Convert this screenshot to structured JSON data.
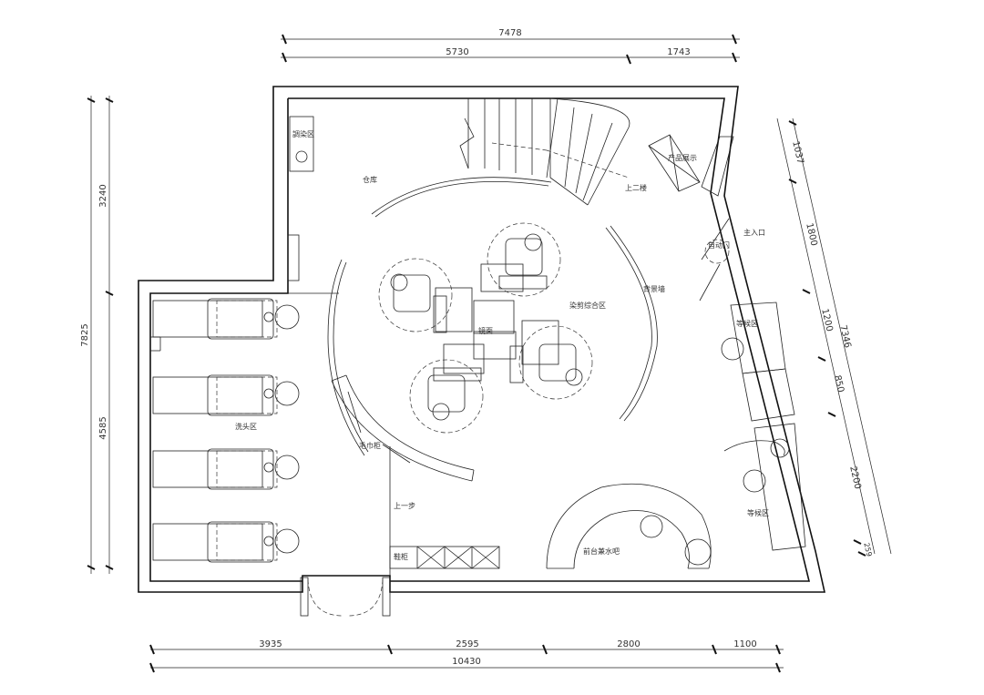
{
  "dimensions": {
    "top_total": "7478",
    "top_left": "5730",
    "top_right": "1743",
    "left_total": "7825",
    "left_upper": "3240",
    "left_lower": "4585",
    "bottom_total": "10430",
    "bottom_seg1": "3935",
    "bottom_seg2": "2595",
    "bottom_seg3": "2800",
    "bottom_seg4": "1100",
    "right_total": "7346",
    "right_seg1": "1037",
    "right_seg2": "1800",
    "right_seg3": "1200",
    "right_seg4": "850",
    "right_seg5": "2200",
    "right_seg6": "259"
  },
  "labels": {
    "dye_area": "調染区",
    "storage": "仓库",
    "upstairs": "上二楼",
    "product_display": "产品展示",
    "main_entrance": "主入口",
    "auto_door": "自动门",
    "hair_cut_area": "染剪综合区",
    "feature_wall": "背景墙",
    "waiting_area_1": "等候区",
    "waiting_area_2": "等候区",
    "wash_area": "洗头区",
    "mirror": "镜面",
    "towel_cabinet": "毛巾柜",
    "step_up": "上一步",
    "shoe_cabinet": "鞋柜",
    "reception": "前台兼水吧"
  }
}
